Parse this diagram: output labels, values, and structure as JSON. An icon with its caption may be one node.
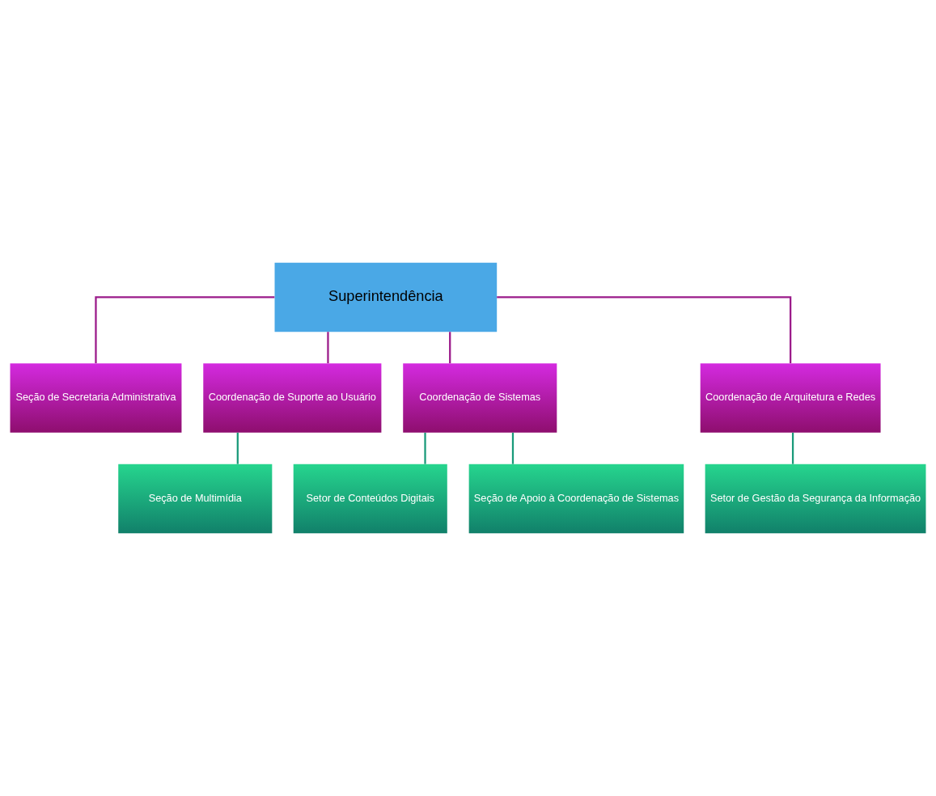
{
  "diagram": {
    "nodes": [
      {
        "text": [
          "Superintendência"
        ]
      },
      {
        "text": [
          "Seção de Secretaria Administrativa"
        ]
      },
      {
        "text": [
          "Coordenação de Suporte ao Usuário"
        ]
      },
      {
        "text": [
          "Coordenação de Sistemas"
        ]
      },
      {
        "text": [
          "Coordenação de Arquitetura e Redes"
        ]
      },
      {
        "text": [
          "Seção de Multimídia"
        ]
      },
      {
        "text": [
          "Setor de Conteúdos Digitais"
        ]
      },
      {
        "text": [
          "Seção de Apoio à Coordenação de Sistemas"
        ]
      },
      {
        "text": [
          "Setor de Gestão da Segurança da Informação"
        ]
      }
    ],
    "edges": [
      {
        "from": 0,
        "to": 1,
        "arrow": "none"
      },
      {
        "from": 0,
        "to": 2,
        "arrow": "none"
      },
      {
        "from": 0,
        "to": 3,
        "arrow": "none"
      },
      {
        "from": 0,
        "to": 4,
        "arrow": "none"
      },
      {
        "from": 2,
        "to": 5,
        "arrow": "none",
        "color": "#1a9a7a"
      },
      {
        "from": 3,
        "to": 6,
        "arrow": "none",
        "color": "#1a9a7a"
      },
      {
        "from": 3,
        "to": 7,
        "arrow": "none",
        "color": "#1a9a7a"
      },
      {
        "from": 4,
        "to": 8,
        "arrow": "none",
        "color": "#1a9a7a"
      }
    ]
  }
}
